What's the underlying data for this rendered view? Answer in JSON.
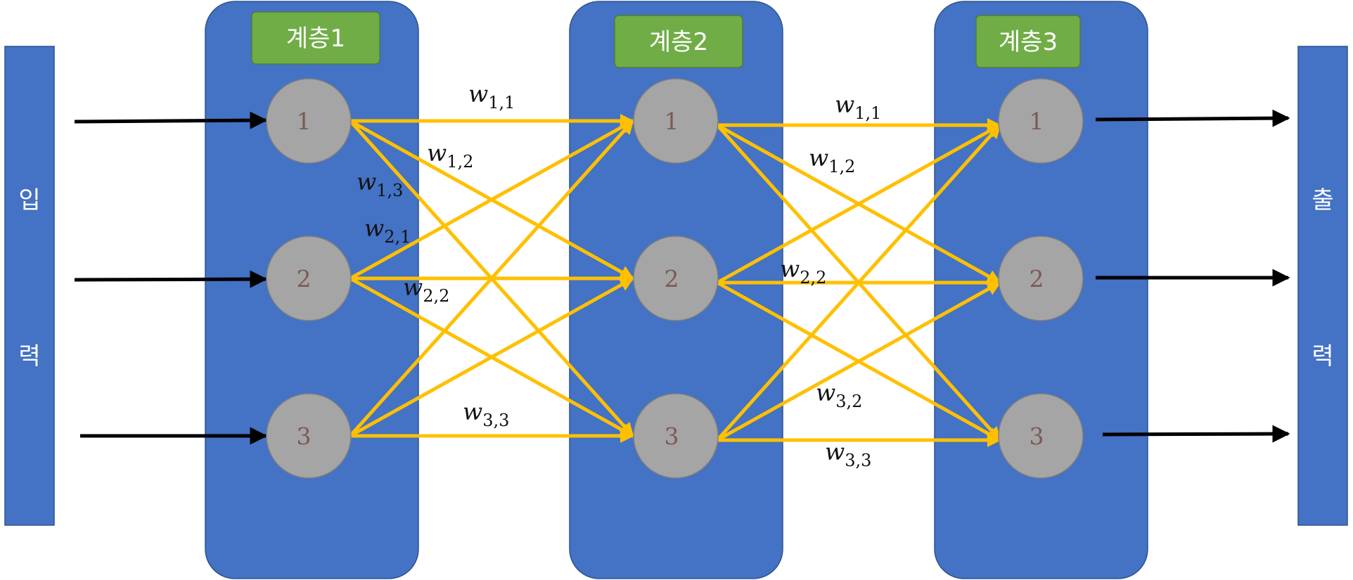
{
  "input": {
    "label_top": "입",
    "label_bottom": "력"
  },
  "output": {
    "label_top": "출",
    "label_bottom": "력"
  },
  "layers": [
    {
      "title": "계층1",
      "nodes": [
        "1",
        "2",
        "3"
      ]
    },
    {
      "title": "계층2",
      "nodes": [
        "1",
        "2",
        "3"
      ]
    },
    {
      "title": "계층3",
      "nodes": [
        "1",
        "2",
        "3"
      ]
    }
  ],
  "weights_1_2": [
    {
      "sym": "w",
      "sub": "1,1"
    },
    {
      "sym": "w",
      "sub": "1,2"
    },
    {
      "sym": "w",
      "sub": "1,3"
    },
    {
      "sym": "w",
      "sub": "2,1"
    },
    {
      "sym": "w",
      "sub": "2,2"
    },
    {
      "sym": "w",
      "sub": "3,3"
    }
  ],
  "weights_2_3": [
    {
      "sym": "w",
      "sub": "1,1"
    },
    {
      "sym": "w",
      "sub": "1,2"
    },
    {
      "sym": "w",
      "sub": "2,2"
    },
    {
      "sym": "w",
      "sub": "3,2"
    },
    {
      "sym": "w",
      "sub": "3,3"
    }
  ],
  "colors": {
    "panel": "#4472c4",
    "panel_border": "#2f528f",
    "title_box": "#70ad47",
    "title_border": "#507e32",
    "node": "#a5a5a5",
    "connection": "#ffc000",
    "arrow": "#000000"
  }
}
